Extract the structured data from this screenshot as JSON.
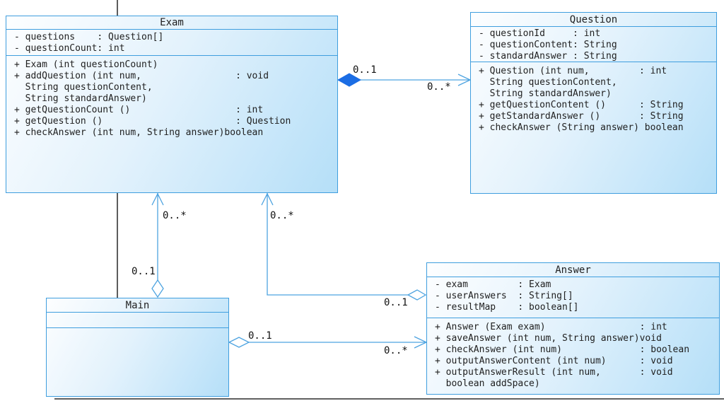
{
  "diagram": {
    "classes": {
      "exam": {
        "name": "Exam",
        "attributes": [
          "- questions    : Question[]",
          "- questionCount: int"
        ],
        "operations": [
          "+ Exam (int questionCount)",
          "+ addQuestion (int num,                 : void",
          "  String questionContent,",
          "  String standardAnswer)",
          "+ getQuestionCount ()                   : int",
          "+ getQuestion ()                        : Question",
          "+ checkAnswer (int num, String answer)boolean"
        ]
      },
      "question": {
        "name": "Question",
        "attributes": [
          "- questionId     : int",
          "- questionContent: String",
          "- standardAnswer : String"
        ],
        "operations": [
          "+ Question (int num,         : int",
          "  String questionContent,",
          "  String standardAnswer)",
          "+ getQuestionContent ()      : String",
          "+ getStandardAnswer ()       : String",
          "+ checkAnswer (String answer) boolean"
        ]
      },
      "main": {
        "name": "Main",
        "attributes": [],
        "operations": []
      },
      "answer": {
        "name": "Answer",
        "attributes": [
          "- exam         : Exam",
          "- userAnswers  : String[]",
          "- resultMap    : boolean[]"
        ],
        "operations": [
          "+ Answer (Exam exam)                 : int",
          "+ saveAnswer (int num, String answer)void",
          "+ checkAnswer (int num)              : boolean",
          "+ outputAnswerContent (int num)      : void",
          "+ outputAnswerResult (int num,       : void",
          "  boolean addSpace)"
        ]
      }
    },
    "relations": {
      "exam_question": {
        "type": "composition",
        "source_label": "0..1",
        "target_label": "0..*"
      },
      "main_exam": {
        "type": "aggregation",
        "source_label": "0..1",
        "target_label": "0..*"
      },
      "answer_exam": {
        "type": "aggregation",
        "source_label": "0..1",
        "target_label": "0..*"
      },
      "main_answer": {
        "type": "aggregation",
        "source_label": "0..1",
        "target_label": "0..*"
      }
    },
    "colors": {
      "box_border": "#3f9ede",
      "box_fill_light": "#fdfeff",
      "box_fill_dark": "#b5dff8",
      "connector_line": "#4da3e0",
      "composition_diamond": "#1b6de4",
      "anchor_line": "#4a4a4a",
      "text": "#1f1f1f"
    }
  }
}
